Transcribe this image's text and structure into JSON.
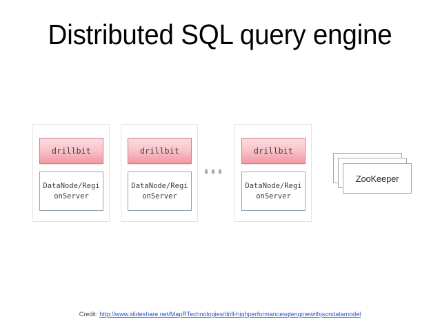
{
  "slide": {
    "title": "Distributed SQL query engine"
  },
  "diagram": {
    "nodes": [
      {
        "drillbit_label": "drillbit",
        "datanode_label": "DataNode/Regi\nonServer"
      },
      {
        "drillbit_label": "drillbit",
        "datanode_label": "DataNode/Regi\nonServer"
      },
      {
        "drillbit_label": "drillbit",
        "datanode_label": "DataNode/Regi\nonServer"
      }
    ],
    "ellipsis": "...",
    "zookeeper": {
      "label": "ZooKeeper",
      "stack_count": 3
    },
    "colors": {
      "drillbit_fill_top": "#fbdadd",
      "drillbit_fill_bottom": "#f19aa6",
      "drillbit_border": "#cf7d90",
      "datanode_border": "#8fa3b0",
      "node_border": "#e3e3e6",
      "zookeeper_border": "#9aa8b4",
      "ellipsis_dot": "#a9a9ad"
    }
  },
  "credit": {
    "label": "Credit:",
    "url_text": "http://www.slideshare.net/MapRTechnologies/drill-highperformancesqlenginewithjsondatamodel",
    "link_color": "#2a56c6"
  }
}
